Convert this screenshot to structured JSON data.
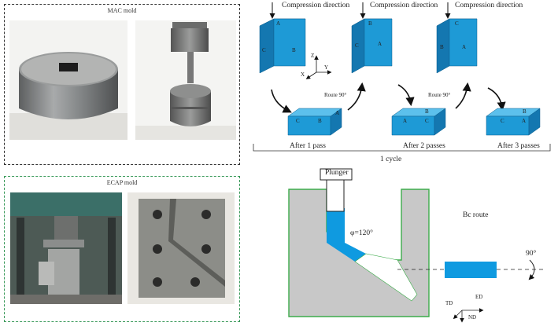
{
  "mac_mold": {
    "title": "MAC mold"
  },
  "ecap_mold": {
    "title": "ECAP mold"
  },
  "mac_process": {
    "direction_label": "Compression direction",
    "axes": {
      "z": "Z",
      "x": "X",
      "y": "Y"
    },
    "route_label": "Route 90°",
    "blocks_top": [
      {
        "front": "C",
        "side": "B",
        "top": "A"
      },
      {
        "front": "C",
        "side": "A",
        "top": "B"
      },
      {
        "front": "B",
        "side": "A",
        "top": "C"
      }
    ],
    "blocks_bottom": [
      {
        "front": "C",
        "side": "B",
        "top": "A"
      },
      {
        "front": "A",
        "side": "C",
        "top": "B"
      },
      {
        "front": "C",
        "side": "A",
        "top": "B"
      }
    ],
    "after_labels": [
      "After 1 pass",
      "After 2 passes",
      "After 3 passes"
    ],
    "cycle_label": "1 cycle"
  },
  "ecap_process": {
    "plunger_label": "Plunger",
    "angle_label": "φ=120°",
    "route_label": "Bc route",
    "rotation_label": "90°",
    "axes": {
      "ed": "ED",
      "td": "TD",
      "nd": "ND"
    }
  },
  "colors": {
    "block": "#1e9ad6",
    "block_top": "#5cc0ec",
    "block_side": "#1477b0",
    "die": "#c8c8c8",
    "die_border": "#3cab4a"
  }
}
